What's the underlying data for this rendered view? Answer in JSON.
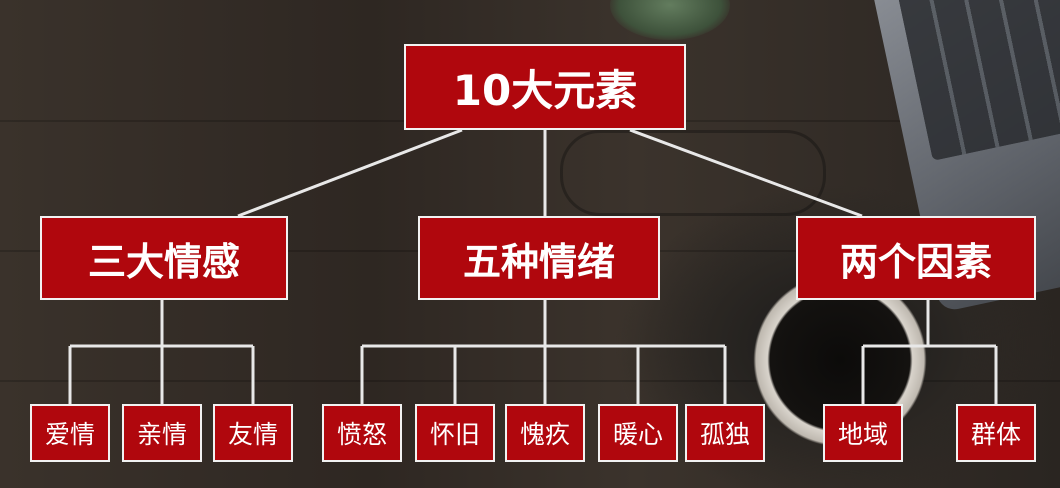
{
  "root": "10大元素",
  "groups": [
    {
      "label": "三大情感",
      "children": [
        "爱情",
        "亲情",
        "友情"
      ]
    },
    {
      "label": "五种情绪",
      "children": [
        "愤怒",
        "怀旧",
        "愧疚",
        "暖心",
        "孤独"
      ]
    },
    {
      "label": "两个因素",
      "children": [
        "地域",
        "群体"
      ]
    }
  ],
  "colors": {
    "box_fill": "#b0070d",
    "box_border": "#f2f2f2",
    "connector": "#e8e8e8"
  }
}
